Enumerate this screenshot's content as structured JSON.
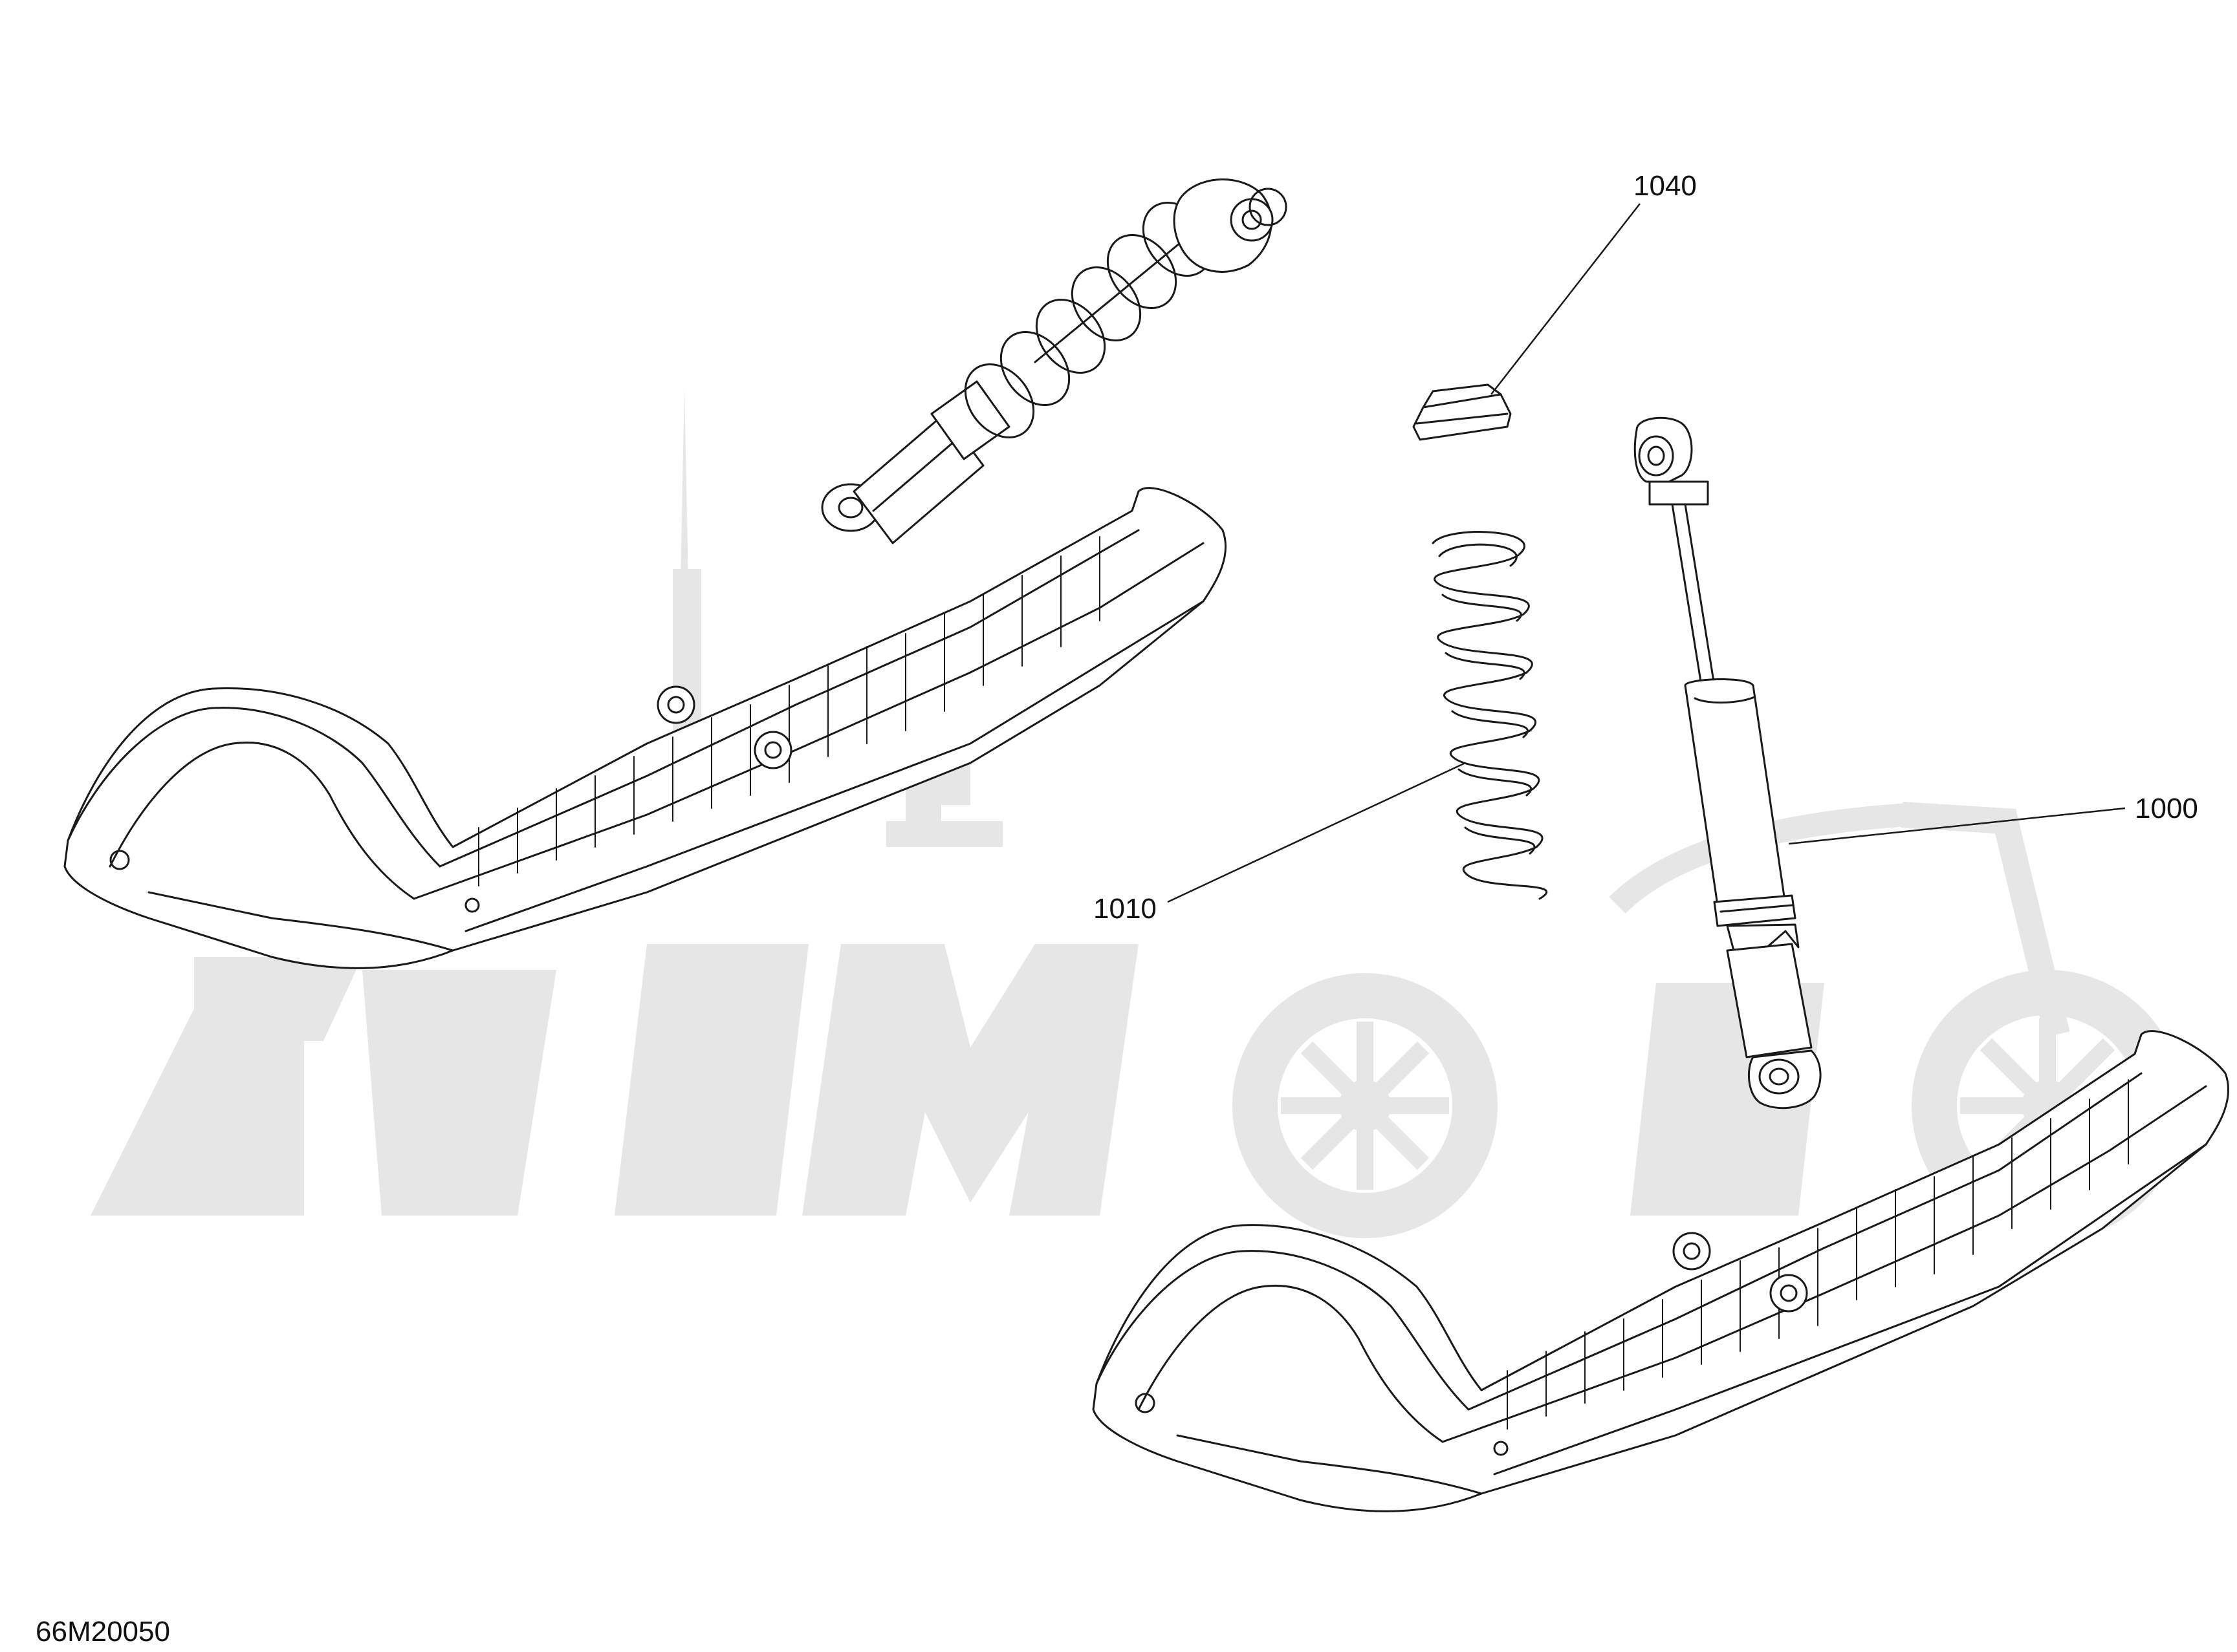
{
  "diagram": {
    "callouts": [
      {
        "id": "c1040",
        "label": "1040",
        "part": "spring-stopper"
      },
      {
        "id": "c1000",
        "label": "1000",
        "part": "shock-absorber"
      },
      {
        "id": "c1010",
        "label": "1010",
        "part": "coil-spring"
      }
    ],
    "figure_code": "66M20050",
    "colors": {
      "line": "#1a1a1a",
      "watermark": "#e6e6e6",
      "background": "#ffffff"
    }
  }
}
